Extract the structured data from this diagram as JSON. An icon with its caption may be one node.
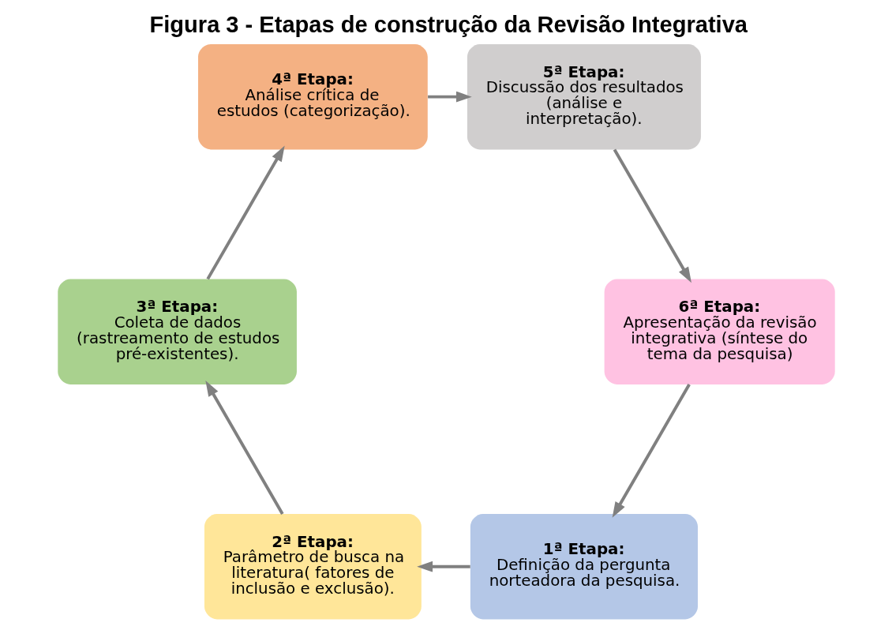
{
  "diagram": {
    "title": "Figura 3 - Etapas de construção da Revisão Integrativa",
    "nodes": [
      {
        "text": [
          "1ª Etapa:",
          "Definição da pergunta norteadora da pesquisa."
        ]
      },
      {
        "text": [
          "2ª Etapa:",
          "Parâmetro de busca na literatura( fatores de inclusão e exclusão)."
        ]
      },
      {
        "text": [
          "3ª Etapa:",
          "Coleta de dados (rastreamento de estudos pré-existentes)."
        ]
      },
      {
        "text": [
          "4ª Etapa:",
          "Análise crítica de estudos (categorização)."
        ]
      },
      {
        "text": [
          "5ª Etapa:",
          "Discussão dos resultados (análise e interpretação)."
        ]
      },
      {
        "text": [
          "6ª Etapa:",
          "Apresentação da revisão integrativa (síntese do tema da pesquisa)"
        ]
      }
    ],
    "edges": [
      {
        "from": 0,
        "to": 1,
        "arrow": "to"
      },
      {
        "from": 1,
        "to": 2,
        "arrow": "to"
      },
      {
        "from": 2,
        "to": 3,
        "arrow": "to"
      },
      {
        "from": 3,
        "to": 4,
        "arrow": "to"
      },
      {
        "from": 4,
        "to": 5,
        "arrow": "to"
      },
      {
        "from": 5,
        "to": 0,
        "arrow": "to"
      }
    ]
  }
}
